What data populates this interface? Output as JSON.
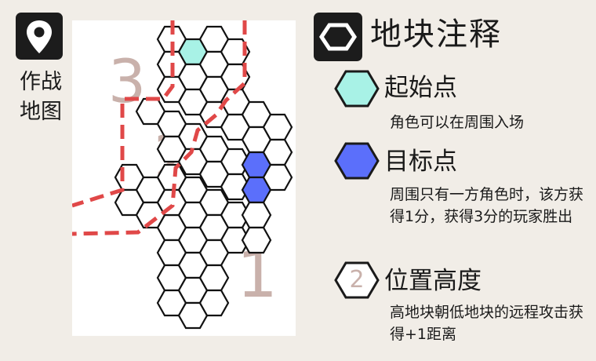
{
  "sidebar": {
    "label": "作战地图",
    "icon": "map-pin-icon"
  },
  "legend": {
    "title": "地块注释",
    "title_icon": "hexagon-icon",
    "items": [
      {
        "title": "起始点",
        "desc": "角色可以在周围入场",
        "color": "#a8f2e6"
      },
      {
        "title": "目标点",
        "desc": "周围只有一方角色时，该方获得1分，获得3分的玩家胜出",
        "color": "#5b6ffb"
      },
      {
        "title": "位置高度",
        "desc": "高地块朝低地块的远程攻击获得+1距离",
        "badge": "2"
      }
    ]
  },
  "map": {
    "zones": [
      "3",
      "2",
      "1"
    ],
    "colors": {
      "start": "#a8f2e6",
      "target": "#5b6ffb",
      "boundary": "#e04848",
      "zone_number": "#c9b1ab"
    }
  }
}
